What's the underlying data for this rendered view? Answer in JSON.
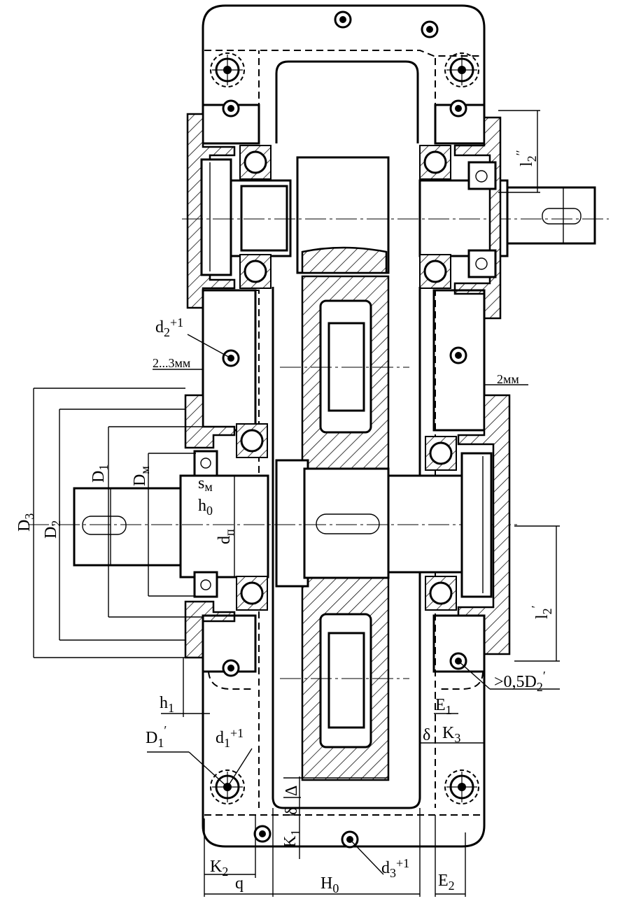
{
  "labels": {
    "l2_double": "l",
    "l2_double_sub": "2",
    "l2_double_mark": "′′",
    "d2_plus1": "d",
    "d2_plus1_sub": "2",
    "d2_plus1_sup": "+1",
    "gap_2_3mm": "2...3мм",
    "gap_2mm": "2мм",
    "D3": "D",
    "D3_sub": "3",
    "D2": "D",
    "D2_sub": "2",
    "D1": "D",
    "D1_sub": "1",
    "Dm": "D",
    "Dm_sub": "м",
    "sm": "s",
    "sm_sub": "м",
    "h0": "h",
    "h0_sub": "0",
    "dp": "d",
    "dp_sub": "п",
    "l2_single": "l",
    "l2_single_sub": "2",
    "l2_single_mark": "′",
    "half_D2": ">0,5D",
    "half_D2_sub": "2",
    "half_D2_mark": "′",
    "h1": "h",
    "h1_sub": "1",
    "E1": "E",
    "E1_sub": "1",
    "delta_right": "δ",
    "K3": "K",
    "K3_sub": "3",
    "D1_prime": "D",
    "D1_prime_sub": "1",
    "D1_prime_mark": "′",
    "d1_plus1": "d",
    "d1_plus1_sub": "1",
    "d1_plus1_sup": "+1",
    "Delta": "Δ",
    "delta_bottom": "δ",
    "K1": "K",
    "K1_sub": "1",
    "d3_plus1": "d",
    "d3_plus1_sub": "3",
    "d3_plus1_sup": "+1",
    "K2": "K",
    "K2_sub": "2",
    "q": "q",
    "H0": "H",
    "H0_sub": "0",
    "E2": "E",
    "E2_sub": "2"
  }
}
